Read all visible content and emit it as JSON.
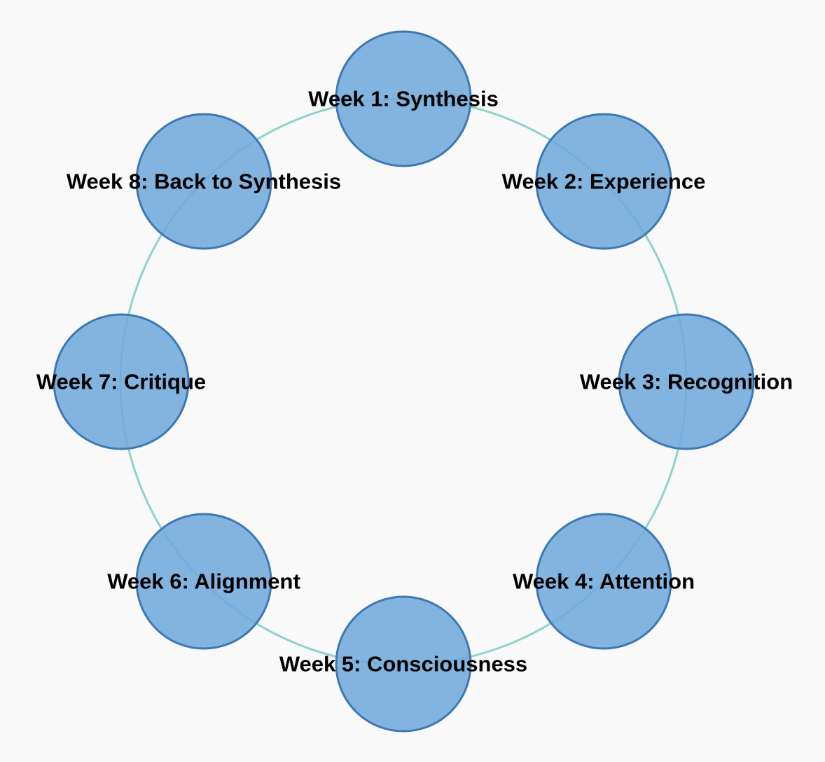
{
  "diagram": {
    "type": "cycle",
    "nodes": [
      {
        "label": "Week 1: Synthesis"
      },
      {
        "label": "Week 2: Experience"
      },
      {
        "label": "Week 3: Recognition"
      },
      {
        "label": "Week 4: Attention"
      },
      {
        "label": "Week 5: Consciousness"
      },
      {
        "label": "Week 6: Alignment"
      },
      {
        "label": "Week 7: Critique"
      },
      {
        "label": "Week 8: Back to Synthesis"
      }
    ]
  }
}
